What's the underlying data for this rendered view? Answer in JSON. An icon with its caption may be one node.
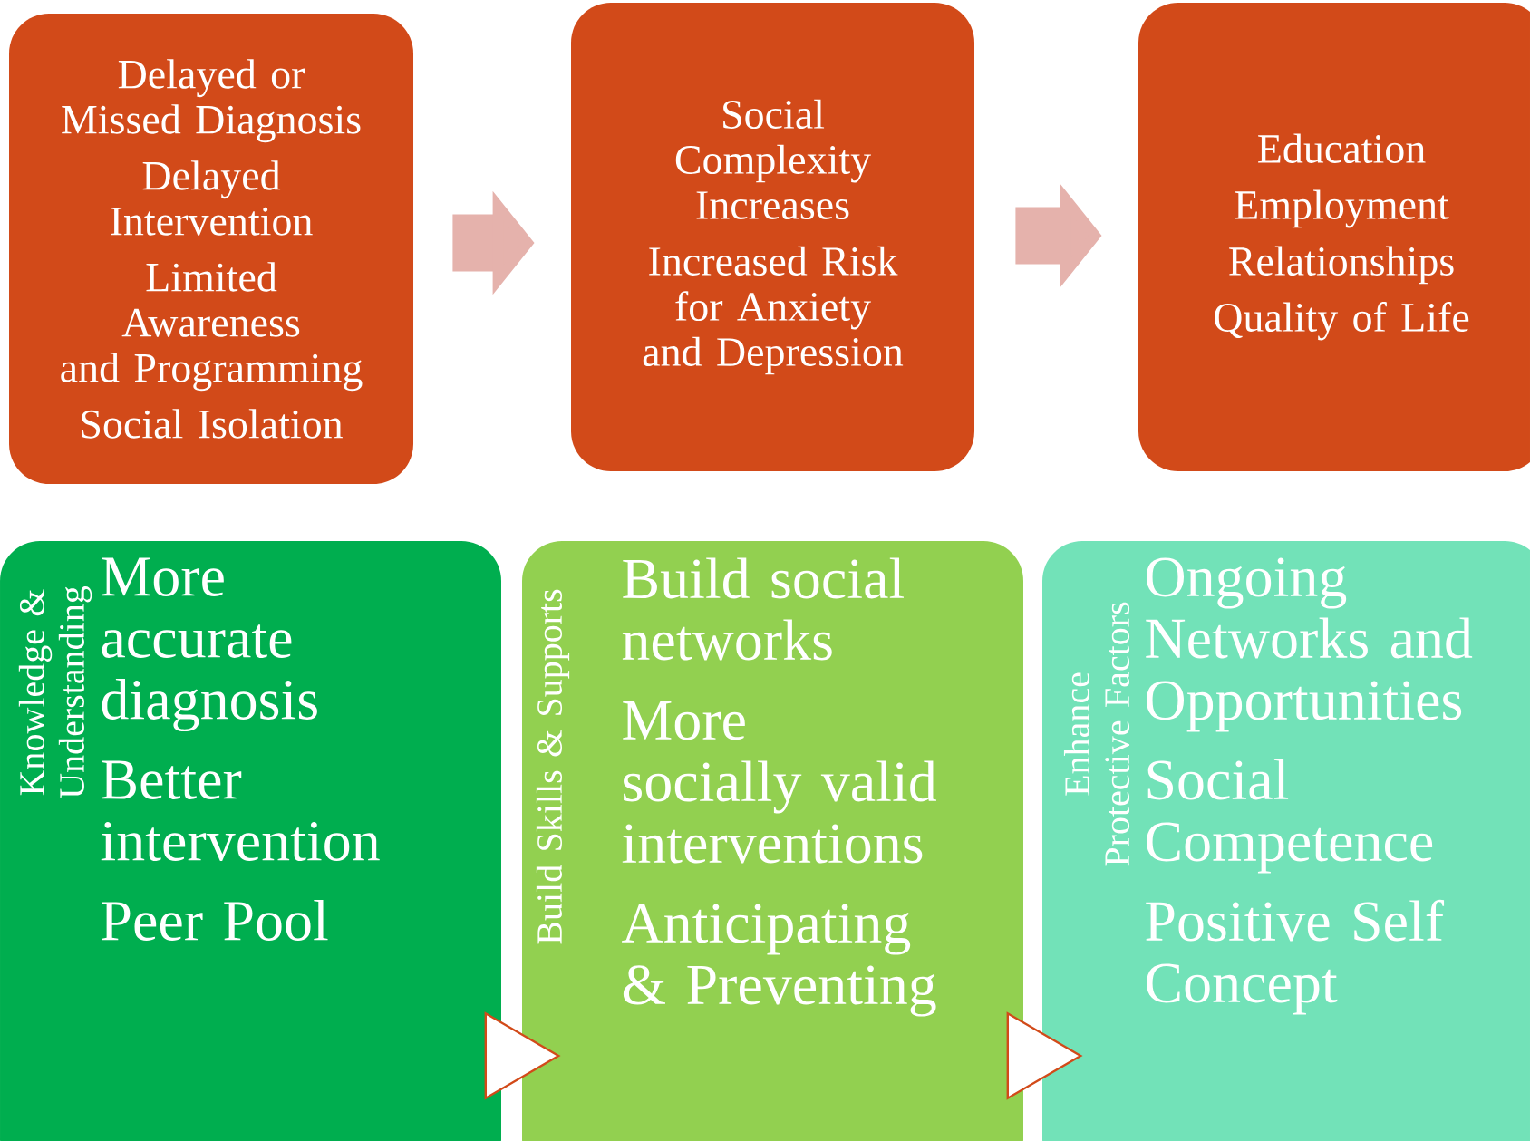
{
  "diagram": {
    "nodes": [
      {
        "text": [
          "Delayed or Missed Diagnosis",
          "Delayed Intervention",
          "Limited Awareness and Programming",
          "Social Isolation"
        ]
      },
      {
        "text": [
          "Social Complexity Increases",
          "Increased Risk for Anxiety and Depression"
        ]
      },
      {
        "text": [
          "Education",
          "Employment",
          "Relationships",
          "Quality of Life"
        ]
      },
      {
        "text": [
          "Knowledge & Understanding",
          "More accurate diagnosis",
          "Better intervention",
          "Peer Pool"
        ]
      },
      {
        "text": [
          "Build Skills & Supports",
          "Build social networks",
          "More socially valid interventions",
          "Anticipating & Preventing"
        ]
      },
      {
        "text": [
          "Enhance Protective Factors",
          "Ongoing Networks and Opportunities",
          "Social Competence",
          "Positive Self Concept"
        ]
      }
    ],
    "edges": [
      {
        "from": 0,
        "to": 1,
        "arrow": "to",
        "color": "#e5b2ac"
      },
      {
        "from": 1,
        "to": 2,
        "arrow": "to",
        "color": "#e5b2ac"
      },
      {
        "from": 3,
        "to": 4,
        "arrow": "to",
        "color": "#d24a19"
      },
      {
        "from": 4,
        "to": 5,
        "arrow": "to",
        "color": "#d24a19"
      }
    ]
  }
}
